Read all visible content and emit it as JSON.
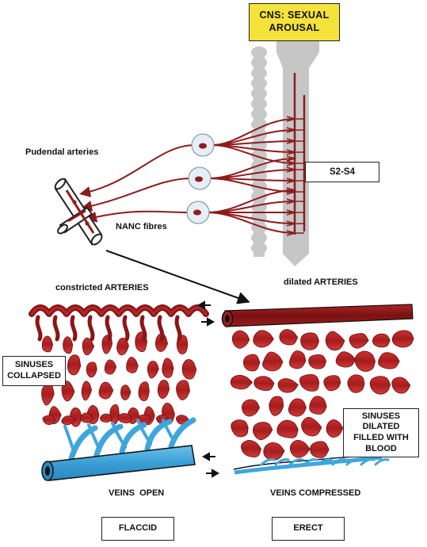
{
  "labels": {
    "cns_line1": "CNS: SEXUAL",
    "cns_line2": "AROUSAL",
    "spinal_level": "S2-S4",
    "pudendal": "Pudendal arteries",
    "nanc": "NANC fibres",
    "constricted": "constricted ARTERIES",
    "dilated": "dilated ARTERIES",
    "sinuses_collapsed_1": "SINUSES",
    "sinuses_collapsed_2": "COLLAPSED",
    "sinuses_dilated_1": "SINUSES",
    "sinuses_dilated_2": "DILATED",
    "sinuses_dilated_3": "FILLED WITH",
    "sinuses_dilated_4": "BLOOD",
    "veins_open": "VEINS OPEN",
    "veins_compressed": "VEINS COMPRESSED",
    "flaccid": "FLACCID",
    "erect": "ERECT"
  },
  "colors": {
    "cns_box": "#f5e23a",
    "nerve": "#8e1b1b",
    "artery": "#8a1616",
    "sinus": "#c62a2a",
    "vein": "#3fa6dc",
    "spine": "#c8c8c8"
  }
}
